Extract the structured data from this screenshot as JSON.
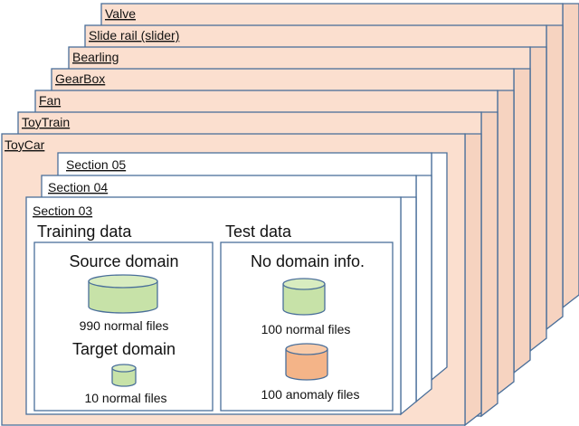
{
  "machine_types": [
    "Valve",
    "Slide rail (slider)",
    "Bearling",
    "GearBox",
    "Fan",
    "ToyTrain",
    "ToyCar"
  ],
  "sections": [
    "Section 05",
    "Section 04",
    "Section 03"
  ],
  "training": {
    "title": "Training data",
    "source_domain": "Source domain",
    "source_files": "990 normal files",
    "target_domain": "Target domain",
    "target_files": "10 normal files"
  },
  "test": {
    "title": "Test data",
    "info": "No domain info.",
    "normal_files": "100 normal files",
    "anomaly_files": "100 anomaly files"
  },
  "colors": {
    "machine_card_face": "#fbdfcf",
    "machine_card_side": "#f6d3c0",
    "border": "#4a6f9a",
    "normal_cylinder": "#c7e2a8",
    "normal_cylinder_top": "#d8ecc0",
    "anomaly_cylinder": "#f4b488",
    "anomaly_cylinder_top": "#f8caa8"
  }
}
